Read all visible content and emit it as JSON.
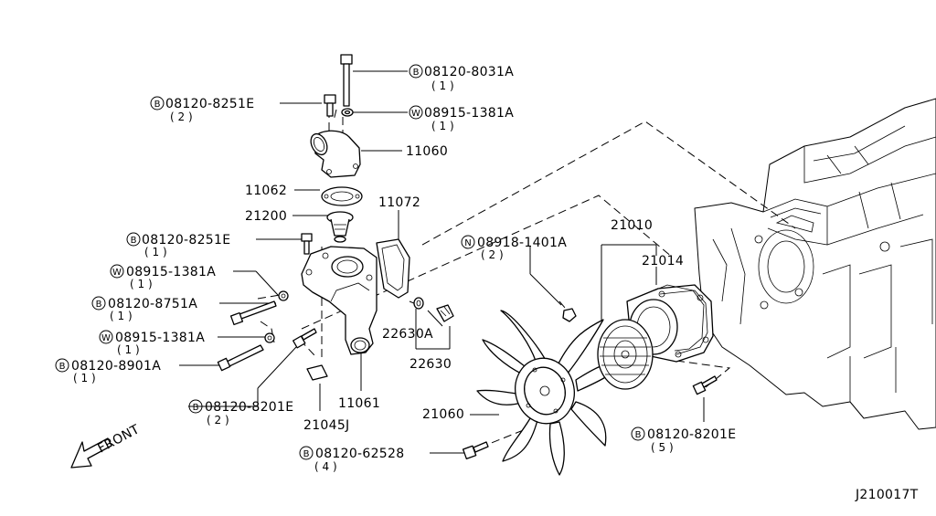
{
  "diagram_id": "J210017T",
  "front_label": "FRONT",
  "callouts": {
    "c_8031A": {
      "prefix": "B",
      "number": "08120-8031A",
      "qty": "( 1 )"
    },
    "c_8251E_top": {
      "prefix": "B",
      "number": "08120-8251E",
      "qty": "( 2 )"
    },
    "c_13381A_top": {
      "prefix": "W",
      "number": "08915-1381A",
      "qty": "( 1 )"
    },
    "c_11060": {
      "prefix": "",
      "number": "11060",
      "qty": ""
    },
    "c_11062": {
      "prefix": "",
      "number": "11062",
      "qty": ""
    },
    "c_21200": {
      "prefix": "",
      "number": "21200",
      "qty": ""
    },
    "c_11072": {
      "prefix": "",
      "number": "11072",
      "qty": ""
    },
    "c_8251E_mid": {
      "prefix": "B",
      "number": "08120-8251E",
      "qty": "( 1 )"
    },
    "c_13381A_mid": {
      "prefix": "W",
      "number": "08915-1381A",
      "qty": "( 1 )"
    },
    "c_8751A": {
      "prefix": "B",
      "number": "08120-8751A",
      "qty": "( 1 )"
    },
    "c_13381A_low": {
      "prefix": "W",
      "number": "08915-1381A",
      "qty": "( 1 )"
    },
    "c_8901A": {
      "prefix": "B",
      "number": "08120-8901A",
      "qty": "( 1 )"
    },
    "c_8201E_left": {
      "prefix": "B",
      "number": "08120-8201E",
      "qty": "( 2 )"
    },
    "c_21045J": {
      "prefix": "",
      "number": "21045J",
      "qty": ""
    },
    "c_11061": {
      "prefix": "",
      "number": "11061",
      "qty": ""
    },
    "c_22630A": {
      "prefix": "",
      "number": "22630A",
      "qty": ""
    },
    "c_22630": {
      "prefix": "",
      "number": "22630",
      "qty": ""
    },
    "c_14401A": {
      "prefix": "N",
      "number": "08918-1401A",
      "qty": "( 2 )"
    },
    "c_21010": {
      "prefix": "",
      "number": "21010",
      "qty": ""
    },
    "c_21014": {
      "prefix": "",
      "number": "21014",
      "qty": ""
    },
    "c_21060": {
      "prefix": "",
      "number": "21060",
      "qty": ""
    },
    "c_62528": {
      "prefix": "B",
      "number": "08120-62528",
      "qty": "( 4 )"
    },
    "c_8201E_right": {
      "prefix": "B",
      "number": "08120-8201E",
      "qty": "( 5 )"
    }
  }
}
